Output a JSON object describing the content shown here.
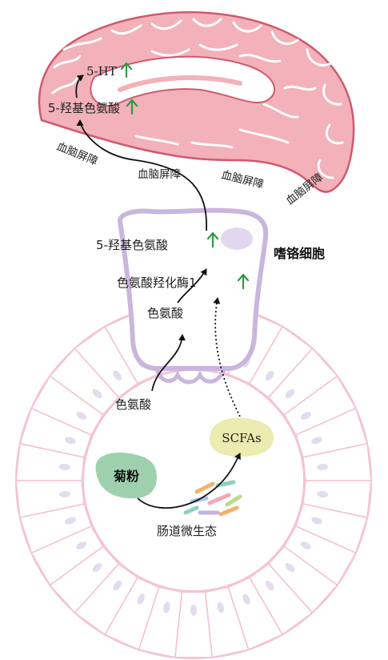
{
  "brain": {
    "serotonin": "5-HT",
    "five_htp": "5-羟基色氨酸",
    "bbb_labels": [
      "血脑屏障",
      "血脑屏障",
      "血脑屏障",
      "血脑屏障"
    ]
  },
  "ec_cell": {
    "title": "嗜铬细胞",
    "five_htp": "5-羟基色氨酸",
    "enzyme": "色氨酸羟化酶1",
    "tryptophan": "色氨酸"
  },
  "gut": {
    "tryptophan": "色氨酸",
    "scfas": "SCFAs",
    "inulin": "菊粉",
    "microbiota": "肠道微生态"
  },
  "colors": {
    "brain_fill": "#f0a7b1",
    "brain_outline": "#cf5a6e",
    "ec_cell_outline": "#c9b6dd",
    "gut_outline": "#f3c4cf",
    "scfas_fill": "#ecebb0",
    "inulin_fill": "#9ed0ae",
    "up_arrow": "#2f9a46"
  }
}
